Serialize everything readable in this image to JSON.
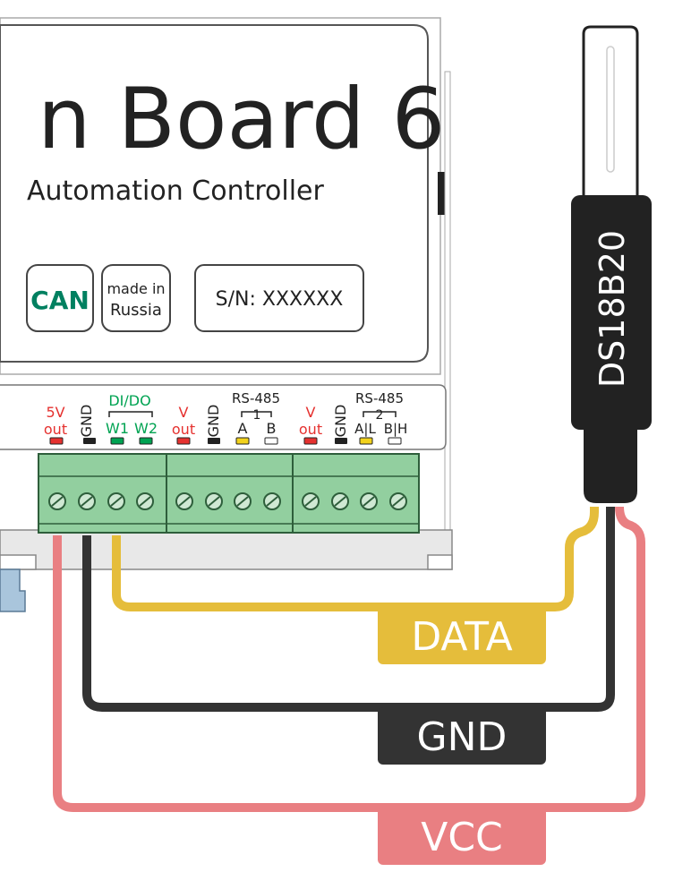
{
  "board": {
    "title": "n Board 6",
    "subtitle": "Automation  Controller",
    "can_logo": "CAN",
    "made_in_line1": "made in",
    "made_in_line2": "Russia",
    "serial": "S/N: XXXXXX"
  },
  "terminal_labels": {
    "5v": "5V",
    "out1": "out",
    "gnd1": "GND",
    "dido": "DI/DO",
    "w1": "W1",
    "w2": "W2",
    "v1": "V",
    "out2": "out",
    "gnd2": "GND",
    "rs485_1": "RS-485",
    "num1": "1",
    "a1": "A",
    "b1": "B",
    "v2": "V",
    "out3": "out",
    "gnd3": "GND",
    "rs485_2": "RS-485",
    "num2": "2",
    "al": "A|L",
    "bh": "B|H"
  },
  "sensor": {
    "name": "DS18B20"
  },
  "wires": {
    "data_label": "DATA",
    "gnd_label": "GND",
    "vcc_label": "VCC"
  },
  "colors": {
    "data": "#e5bd3b",
    "gnd": "#333333",
    "vcc": "#e97f82",
    "terminal": "#92cf9f",
    "can_green": "#008060",
    "dido_green": "#00a352",
    "led_red": "#e5312f",
    "led_yellow": "#f2d21c"
  }
}
